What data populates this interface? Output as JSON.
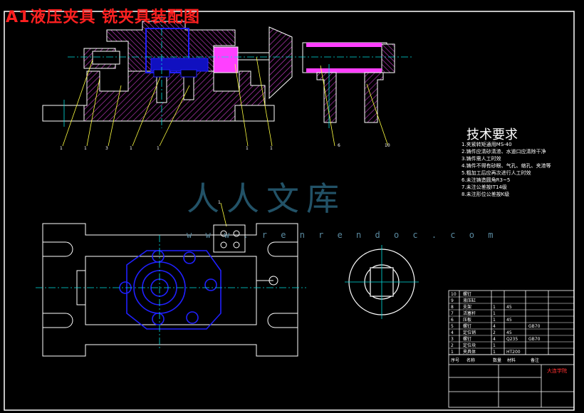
{
  "drawing": {
    "title": "A1液压夹具 铣夹具装配图",
    "colors": {
      "background": "#000000",
      "outline": "#ffffff",
      "hatch": "#ff40ff",
      "blue": "#2020ff",
      "leader": "#ffff40",
      "center": "#00e0e0",
      "frame": "#ffffff",
      "title_red": "#ff2020"
    }
  },
  "requirements": {
    "heading": "技术要求",
    "items": [
      "1.夹紧转矩通用MS-40",
      "2.铸件应清砂清渣、水道口应清除干净",
      "3.铸件需人工时效",
      "4.铸件不得有砂眼、气孔、缩孔、夹渣等",
      "5.粗加工后应再次进行人工时效",
      "6.未注铸造圆角R3~5",
      "7.未注公差按IT14级",
      "8.未注形位公差按K级"
    ]
  },
  "balloons": [
    "1",
    "1",
    "3",
    "1",
    "1",
    "1",
    "1",
    "6",
    "10",
    "1"
  ],
  "watermark": {
    "text": "人人文库",
    "url": "w w w . r e n r e n d o c . c o m"
  },
  "title_block": {
    "org": "大连学院",
    "header": [
      "序号",
      "名称",
      "数量",
      "材料",
      "备注"
    ],
    "rows": [
      [
        "10",
        "螺钉",
        "",
        "",
        ""
      ],
      [
        "9",
        "液压缸",
        "",
        "",
        ""
      ],
      [
        "8",
        "支架",
        "1",
        "45",
        ""
      ],
      [
        "7",
        "活塞杆",
        "1",
        "",
        ""
      ],
      [
        "6",
        "压板",
        "1",
        "45",
        ""
      ],
      [
        "5",
        "螺钉",
        "4",
        "",
        "GB70"
      ],
      [
        "4",
        "定位销",
        "2",
        "45",
        ""
      ],
      [
        "3",
        "螺钉",
        "4",
        "Q235",
        "GB70"
      ],
      [
        "2",
        "定位块",
        "1",
        "",
        ""
      ],
      [
        "1",
        "夹具体",
        "1",
        "HT200",
        ""
      ]
    ]
  }
}
